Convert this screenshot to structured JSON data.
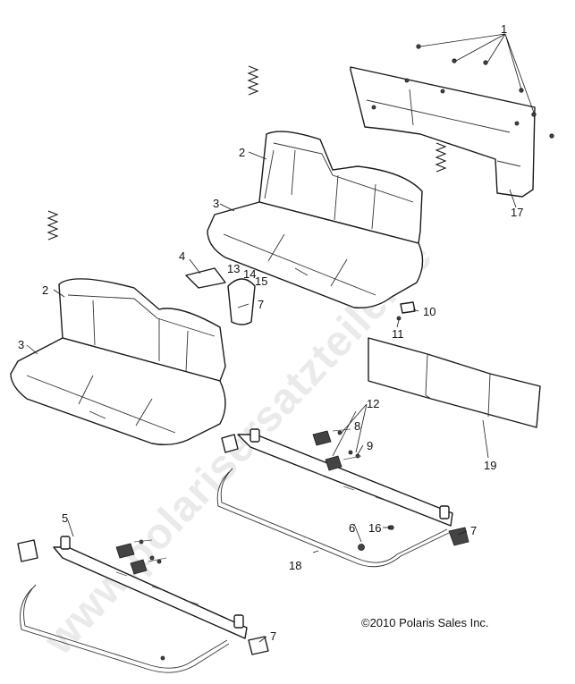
{
  "watermark": {
    "text": "www.polarisersatzteile.de"
  },
  "copyright": "©2010 Polaris Sales Inc.",
  "callouts": {
    "c1": "1",
    "c2a": "2",
    "c2b": "2",
    "c3a": "3",
    "c3b": "3",
    "c4": "4",
    "c5": "5",
    "c6": "6",
    "c7a": "7",
    "c7b": "7",
    "c7c": "7",
    "c8": "8",
    "c9": "9",
    "c10": "10",
    "c11": "11",
    "c12": "12",
    "c13": "13",
    "c14": "14",
    "c15": "15",
    "c16": "16",
    "c17": "17",
    "c18": "18",
    "c19": "19"
  },
  "colors": {
    "line": "#1a1a1a",
    "watermark": "#d9d9d9",
    "background": "#ffffff"
  }
}
